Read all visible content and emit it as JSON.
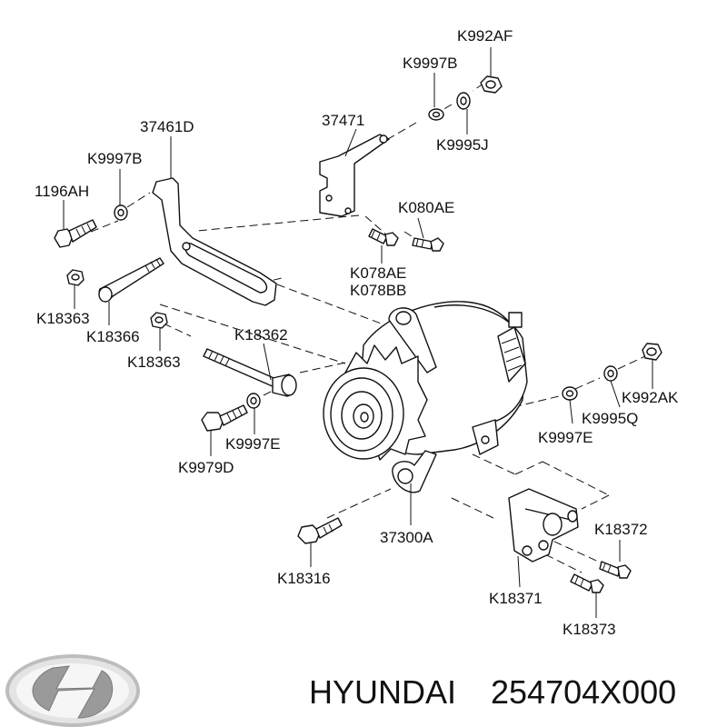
{
  "brand": {
    "name": "HYUNDAI",
    "part_number": "254704X000",
    "logo_icon": "hyundai-logo-icon",
    "logo_color": "#9a9a9a"
  },
  "diagram": {
    "labels": {
      "k992af": "K992AF",
      "k9997b_top": "K9997B",
      "k9995j": "K9995J",
      "p37471": "37471",
      "p37461d": "37461D",
      "k9997b_left": "K9997B",
      "p1196ah": "1196AH",
      "k080ae": "K080AE",
      "k078ae": "K078AE",
      "k078bb": "K078BB",
      "k18363_top": "K18363",
      "k18366": "K18366",
      "k18363_mid": "K18363",
      "k18362": "K18362",
      "k9997e_left": "K9997E",
      "k9979d": "K9979D",
      "k992ak": "K992AK",
      "k9995q": "K9995Q",
      "k9997e_right": "K9997E",
      "p37300a": "37300A",
      "k18372": "K18372",
      "k18316": "K18316",
      "k18371": "K18371",
      "k18373": "K18373"
    }
  }
}
